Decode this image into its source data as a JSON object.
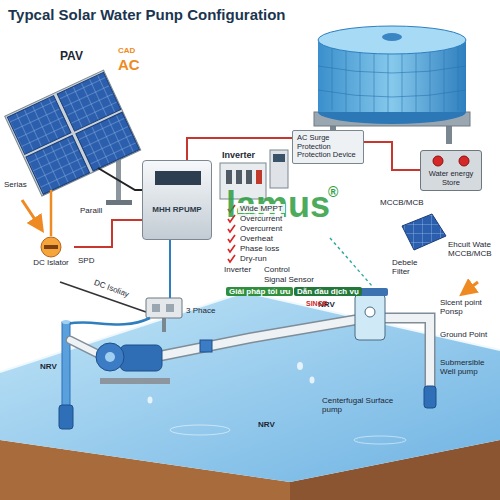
{
  "diagram": {
    "title": "Typcal Solar Water Punp Configuration",
    "nodes": [
      {
        "text": [
          "DC Islator"
        ]
      },
      {
        "text": [
          "MHH RPUMP"
        ]
      },
      {
        "text": [
          "AC Surge Protection Protection Device"
        ]
      },
      {
        "text": [
          "Water energy Store"
        ]
      }
    ],
    "edges": [
      {
        "from": 0,
        "to": 1,
        "arrow": "none"
      },
      {
        "from": 1,
        "to": 2,
        "arrow": "none"
      },
      {
        "from": 2,
        "to": 3,
        "arrow": "none"
      }
    ],
    "labels": [
      "PAV",
      "CAD",
      "AC",
      "Serias",
      "Paraill",
      "SPD",
      "DC Isoliay",
      "3 Phace",
      "Inverter",
      "Wide MPPT",
      "Overcurrent",
      "Overcurrent",
      "Overheat",
      "Phase loss",
      "Dry-run",
      "Inverter",
      "Control",
      "Signal Sensor",
      "MCCB/MCB",
      "Debele Filter",
      "Ehcuit Wate MCCB/MCB",
      "NRV",
      "NRV",
      "NRV",
      "Slcent point Ponsp",
      "Ground Point",
      "Submersible Well pump",
      "Centerfugal Surface pump",
      "lamus",
      "®",
      "Giải pháp tối ưu",
      "Dẫn đầu dịch vụ",
      "SINCE"
    ]
  }
}
